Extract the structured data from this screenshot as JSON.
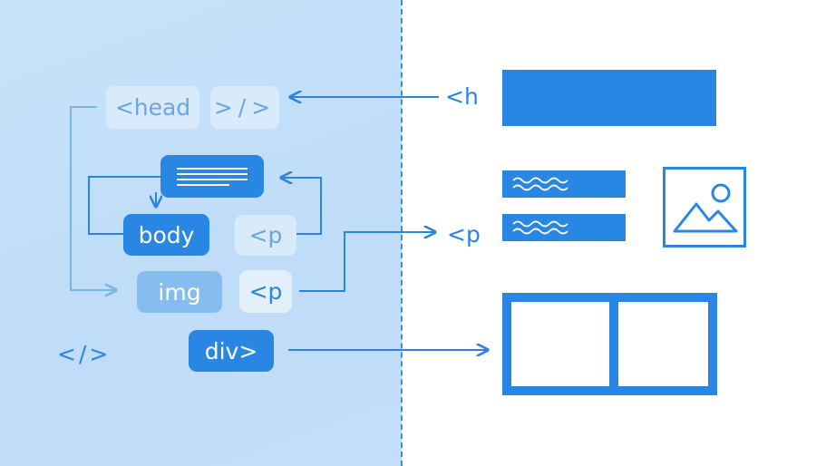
{
  "left_tags": {
    "head": "<head",
    "head_close": ">/>",
    "body": "body",
    "p_faint": "<p",
    "img": "img",
    "p": "<p",
    "div": "div>",
    "close_tag": "</>"
  },
  "right_labels": {
    "h": "<h",
    "p": "<p"
  },
  "colors": {
    "accent": "#2a86e3",
    "panel": "#c7e3fb"
  },
  "icons": [
    "text-lines-icon",
    "wave-lines-icon",
    "image-icon"
  ]
}
